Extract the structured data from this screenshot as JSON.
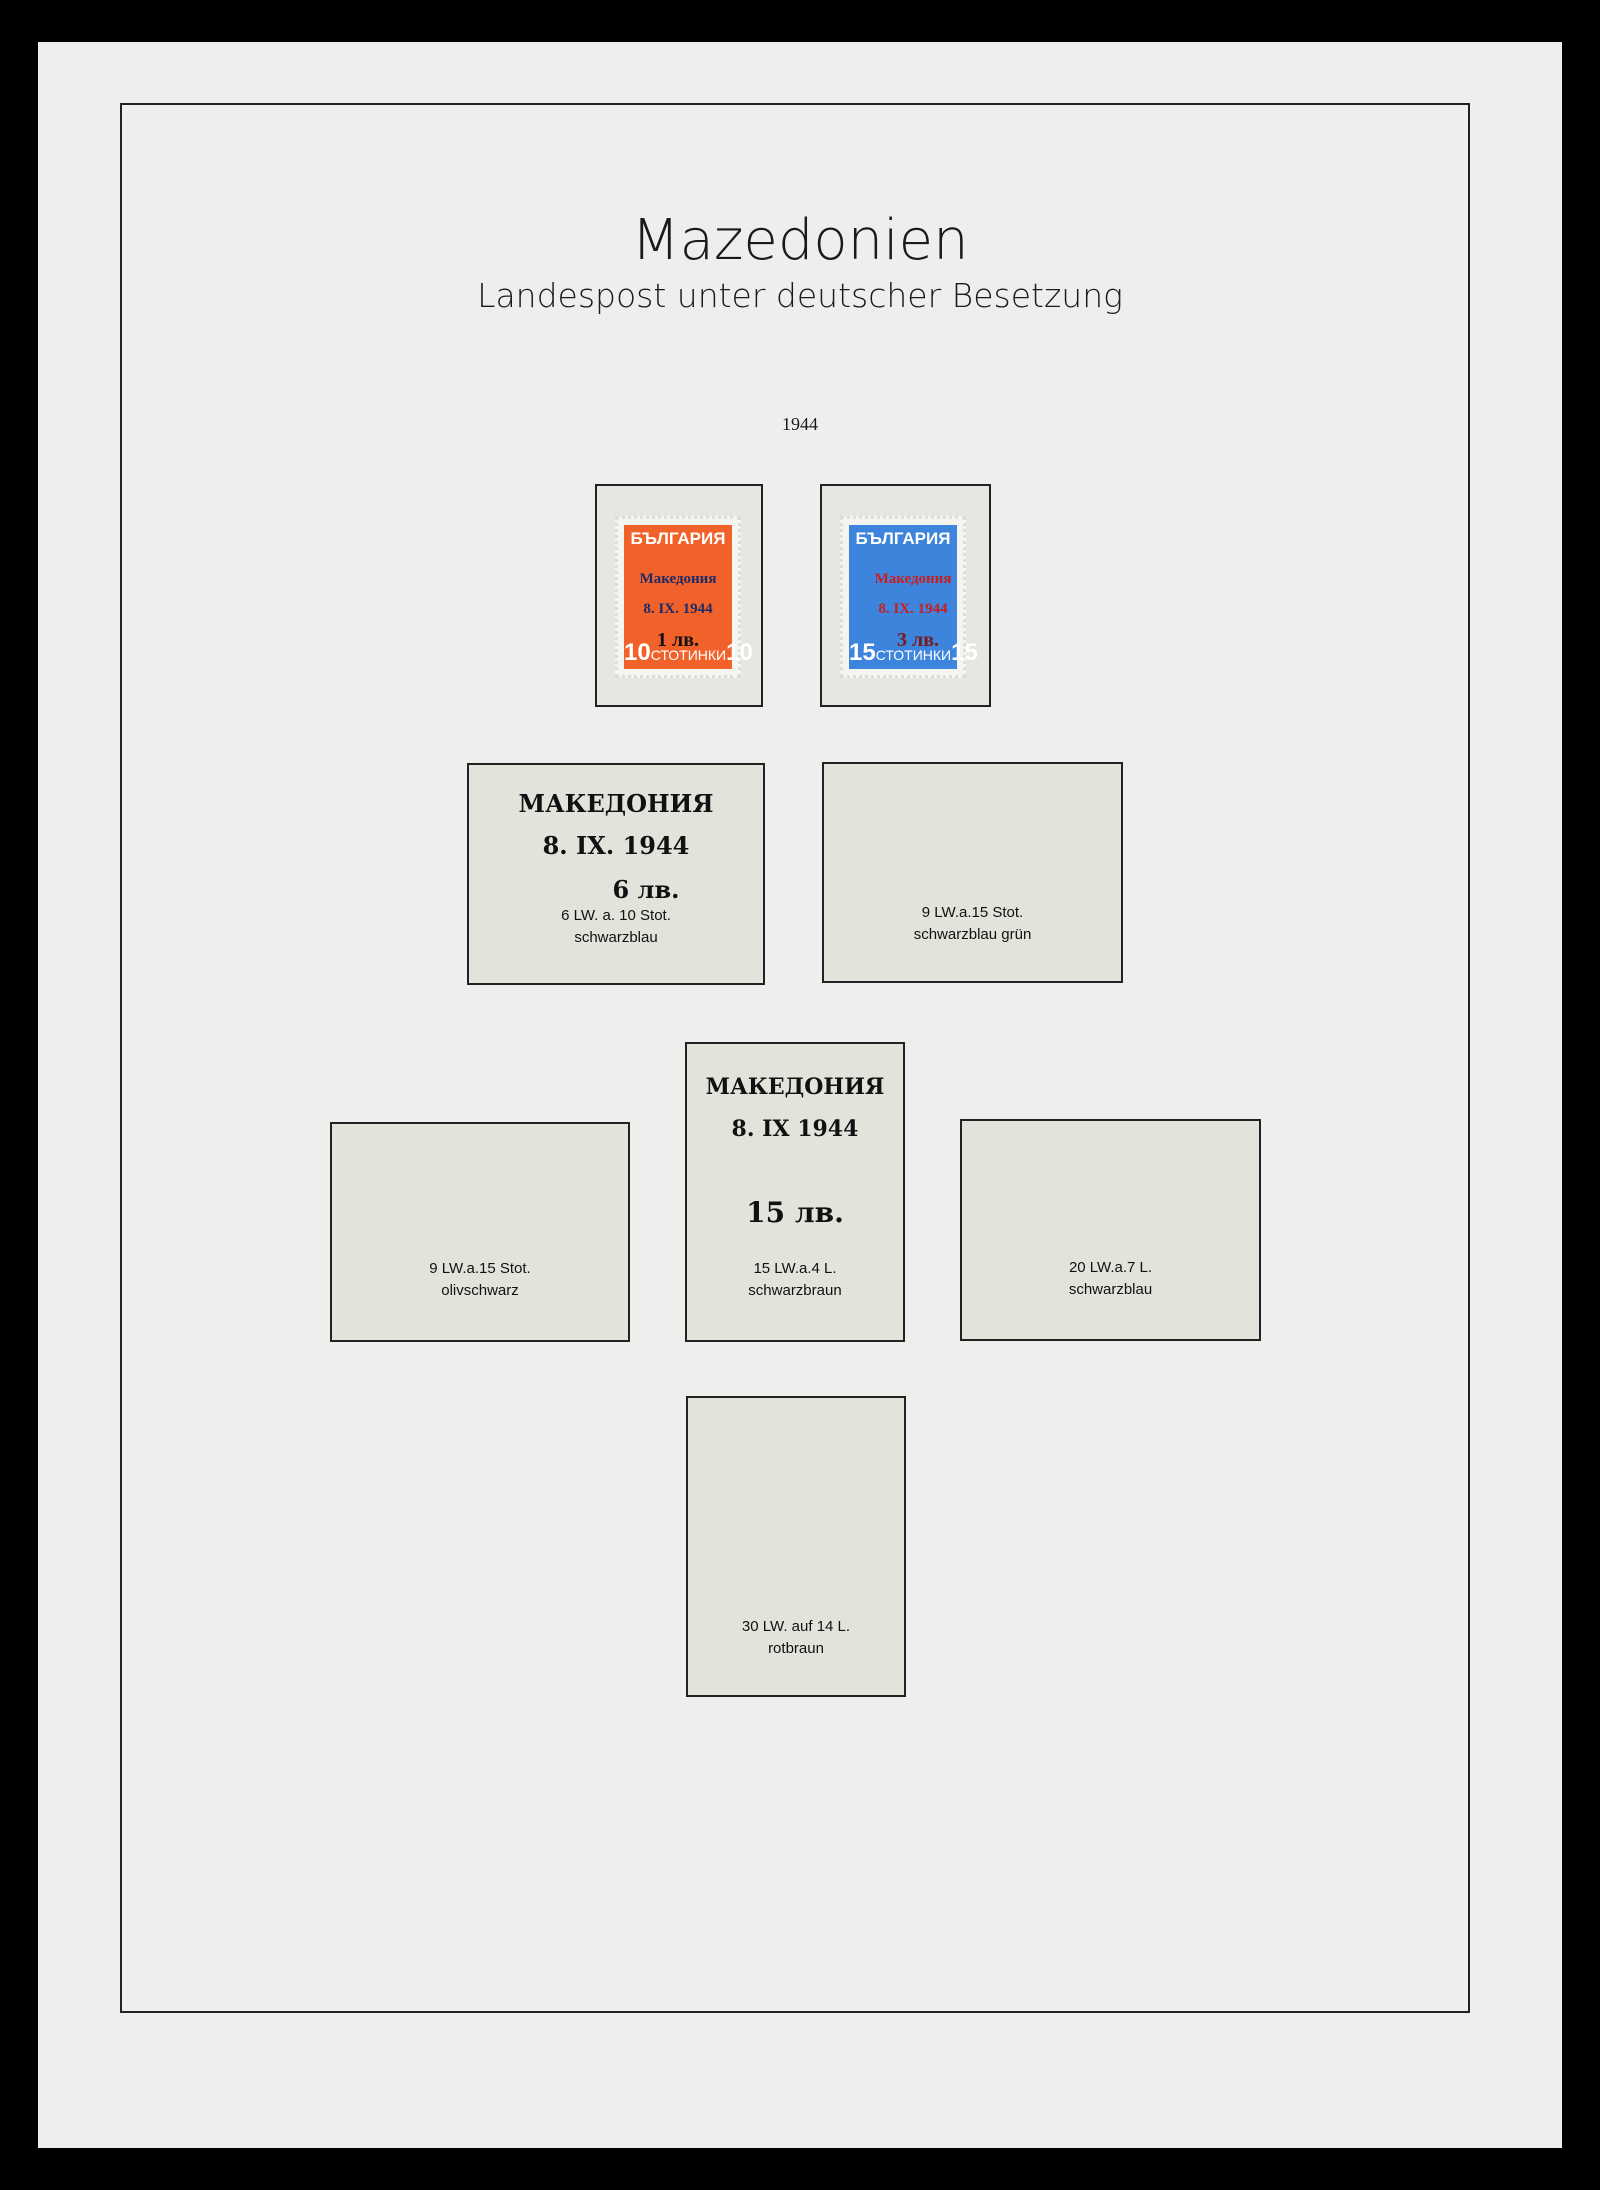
{
  "header": {
    "title": "Mazedonien",
    "subtitle": "Landespost unter deutscher Besetzung",
    "year": "1944"
  },
  "stamps": [
    {
      "country": "БЪЛГАРИЯ",
      "value_left": "10",
      "value_unit": "СТОТИНКИ",
      "value_right": "10",
      "overprint": [
        "Македония",
        "8. IX. 1944",
        "1 лв."
      ],
      "color": "#f0622a",
      "overprint_color": "#1c2a6a"
    },
    {
      "country": "БЪЛГАРИЯ",
      "value_left": "15",
      "value_unit": "СТОТИНКИ",
      "value_right": "15",
      "overprint": [
        "Македония",
        "8. IX. 1944",
        "3 лв."
      ],
      "color": "#3d84dc",
      "overprint_color": "#c81e1e"
    }
  ],
  "boxes": [
    {
      "overprint": [
        "МАКЕДОНИЯ",
        "8. IX. 1944",
        "6 лв."
      ],
      "desc": "6 LW. a. 10 Stot.",
      "color": "schwarzblau"
    },
    {
      "desc": "9 LW.a.15 Stot.",
      "color": "schwarzblau grün"
    },
    {
      "desc": "9 LW.a.15 Stot.",
      "color": "olivschwarz"
    },
    {
      "overprint": [
        "МАКЕДОНИЯ",
        "8. IX 1944",
        "15 лв."
      ],
      "desc": "15 LW.a.4 L.",
      "color": "schwarzbraun"
    },
    {
      "desc": "20 LW.a.7 L.",
      "color": "schwarzblau"
    },
    {
      "desc": "30 LW. auf 14 L.",
      "color": "rotbraun"
    }
  ]
}
